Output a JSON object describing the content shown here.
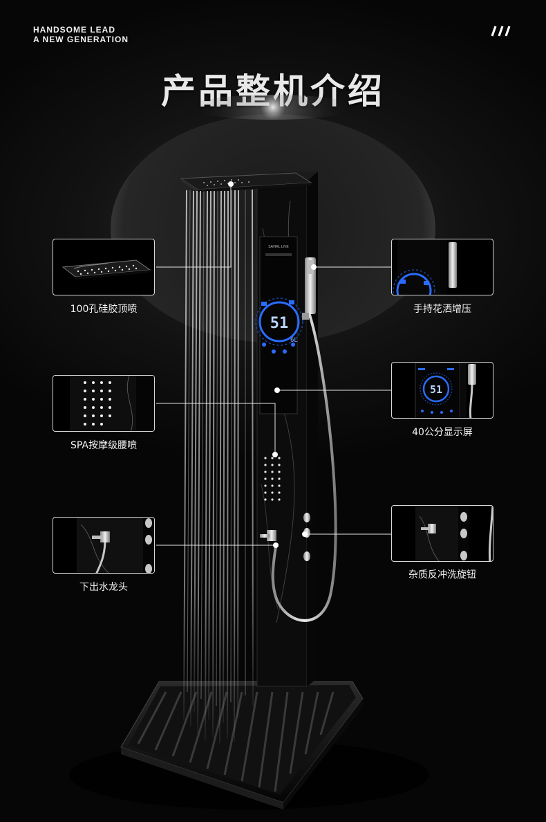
{
  "brand": {
    "line1": "HANDSOME LEAD",
    "line2": "A NEW GENERATION"
  },
  "title": "产品整机介绍",
  "product": {
    "panel_brand": "SAVIRL LIVE",
    "display_reading": "51",
    "display_sub": "6L"
  },
  "features": {
    "top_shower": "100孔硅胶顶喷",
    "spa_jets": "SPA按摩级腰喷",
    "faucet": "下出水龙头",
    "handheld": "手持花洒增压",
    "display": "40公分显示屏",
    "knob": "杂质反冲洗旋钮"
  },
  "colors": {
    "accent": "#2a6cff",
    "line": "#e6e6e6"
  }
}
